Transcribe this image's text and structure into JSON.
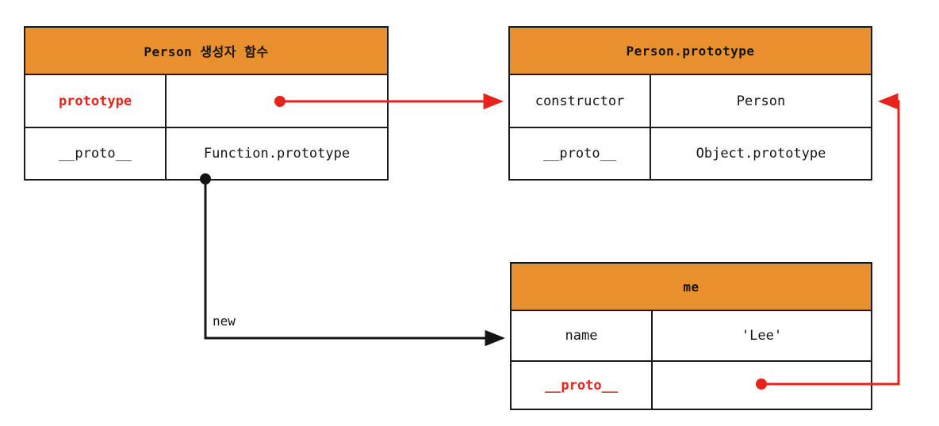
{
  "diagram": {
    "title": "JavaScript prototype chain diagram",
    "colors": {
      "header_orange": "#e8902e",
      "accent_red": "#e8231c",
      "line_black": "#1b1b1b",
      "background": "#ffffff"
    },
    "boxes": [
      {
        "id": "person-constructor",
        "header": "Person 생성자 함수",
        "rows": [
          {
            "key": "prototype",
            "key_accent": true,
            "value": "",
            "value_has_dot": true
          },
          {
            "key": "__proto__",
            "key_accent": false,
            "value": "Function.prototype",
            "value_has_dot": false
          }
        ]
      },
      {
        "id": "person-prototype",
        "header": "Person.prototype",
        "rows": [
          {
            "key": "constructor",
            "key_accent": false,
            "value": "Person",
            "value_has_dot": false
          },
          {
            "key": "__proto__",
            "key_accent": false,
            "value": "Object.prototype",
            "value_has_dot": false
          }
        ]
      },
      {
        "id": "me-object",
        "header": "me",
        "rows": [
          {
            "key": "name",
            "key_accent": false,
            "value": "'Lee'",
            "value_has_dot": false
          },
          {
            "key": "__proto__",
            "key_accent": true,
            "value": "",
            "value_has_dot": true
          }
        ]
      }
    ],
    "connectors": [
      {
        "id": "prototype-to-person-prototype",
        "label": "",
        "color": "#e8231c",
        "from": "person-constructor.prototype",
        "to": "person-prototype.constructor"
      },
      {
        "id": "new-instantiation",
        "label": "new",
        "color": "#1b1b1b",
        "from": "person-constructor.__proto__",
        "to": "me-object.name"
      },
      {
        "id": "me-proto-to-person-prototype",
        "label": "",
        "color": "#e8231c",
        "from": "me-object.__proto__",
        "to": "person-prototype.constructor"
      }
    ]
  }
}
